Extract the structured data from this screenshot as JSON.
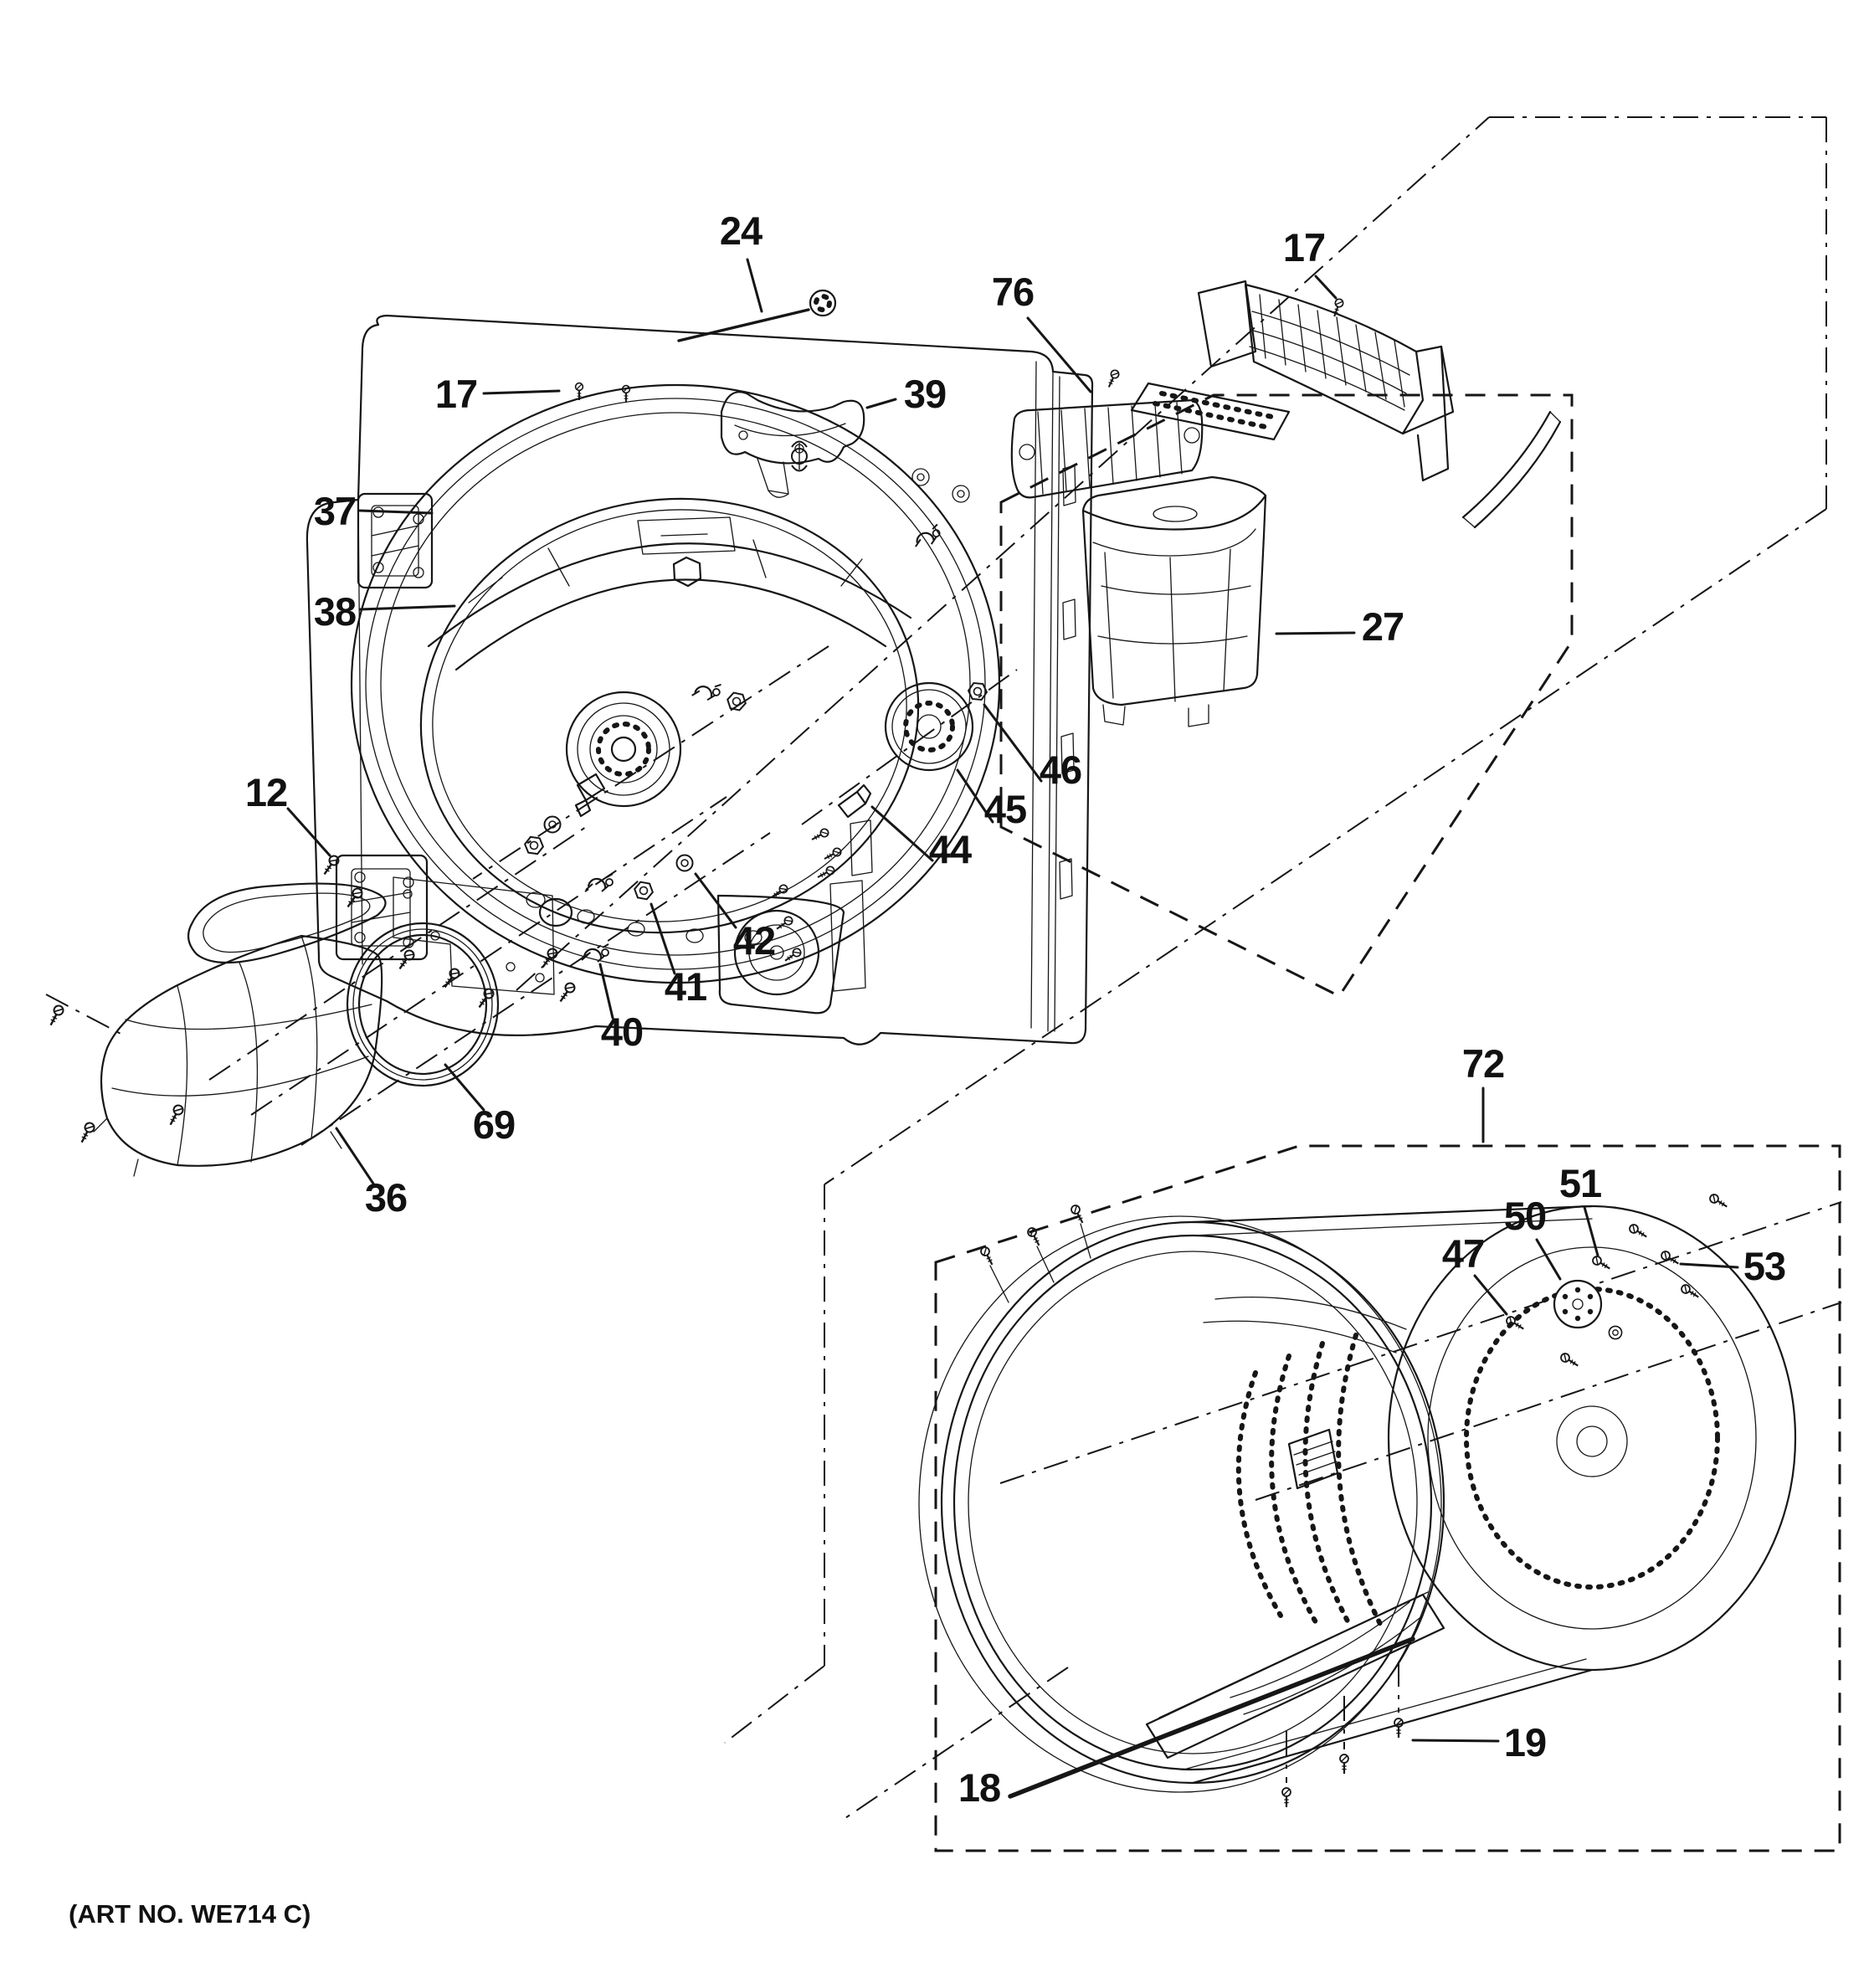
{
  "art_no": "(ART NO. WE714 C)",
  "diagram": {
    "type": "exploded-parts-diagram",
    "subject": "dryer drum and bulkhead assembly"
  },
  "parts": {
    "callouts": [
      {
        "label": "24"
      },
      {
        "label": "17"
      },
      {
        "label": "39"
      },
      {
        "label": "37"
      },
      {
        "label": "38"
      },
      {
        "label": "12"
      },
      {
        "label": "76"
      },
      {
        "label": "17"
      },
      {
        "label": "27"
      },
      {
        "label": "46"
      },
      {
        "label": "45"
      },
      {
        "label": "44"
      },
      {
        "label": "42"
      },
      {
        "label": "41"
      },
      {
        "label": "40"
      },
      {
        "label": "69"
      },
      {
        "label": "36"
      },
      {
        "label": "72"
      },
      {
        "label": "51"
      },
      {
        "label": "50"
      },
      {
        "label": "47"
      },
      {
        "label": "53"
      },
      {
        "label": "19"
      },
      {
        "label": "18"
      }
    ]
  },
  "colors": {
    "ink": "#161616",
    "paper": "#ffffff"
  }
}
